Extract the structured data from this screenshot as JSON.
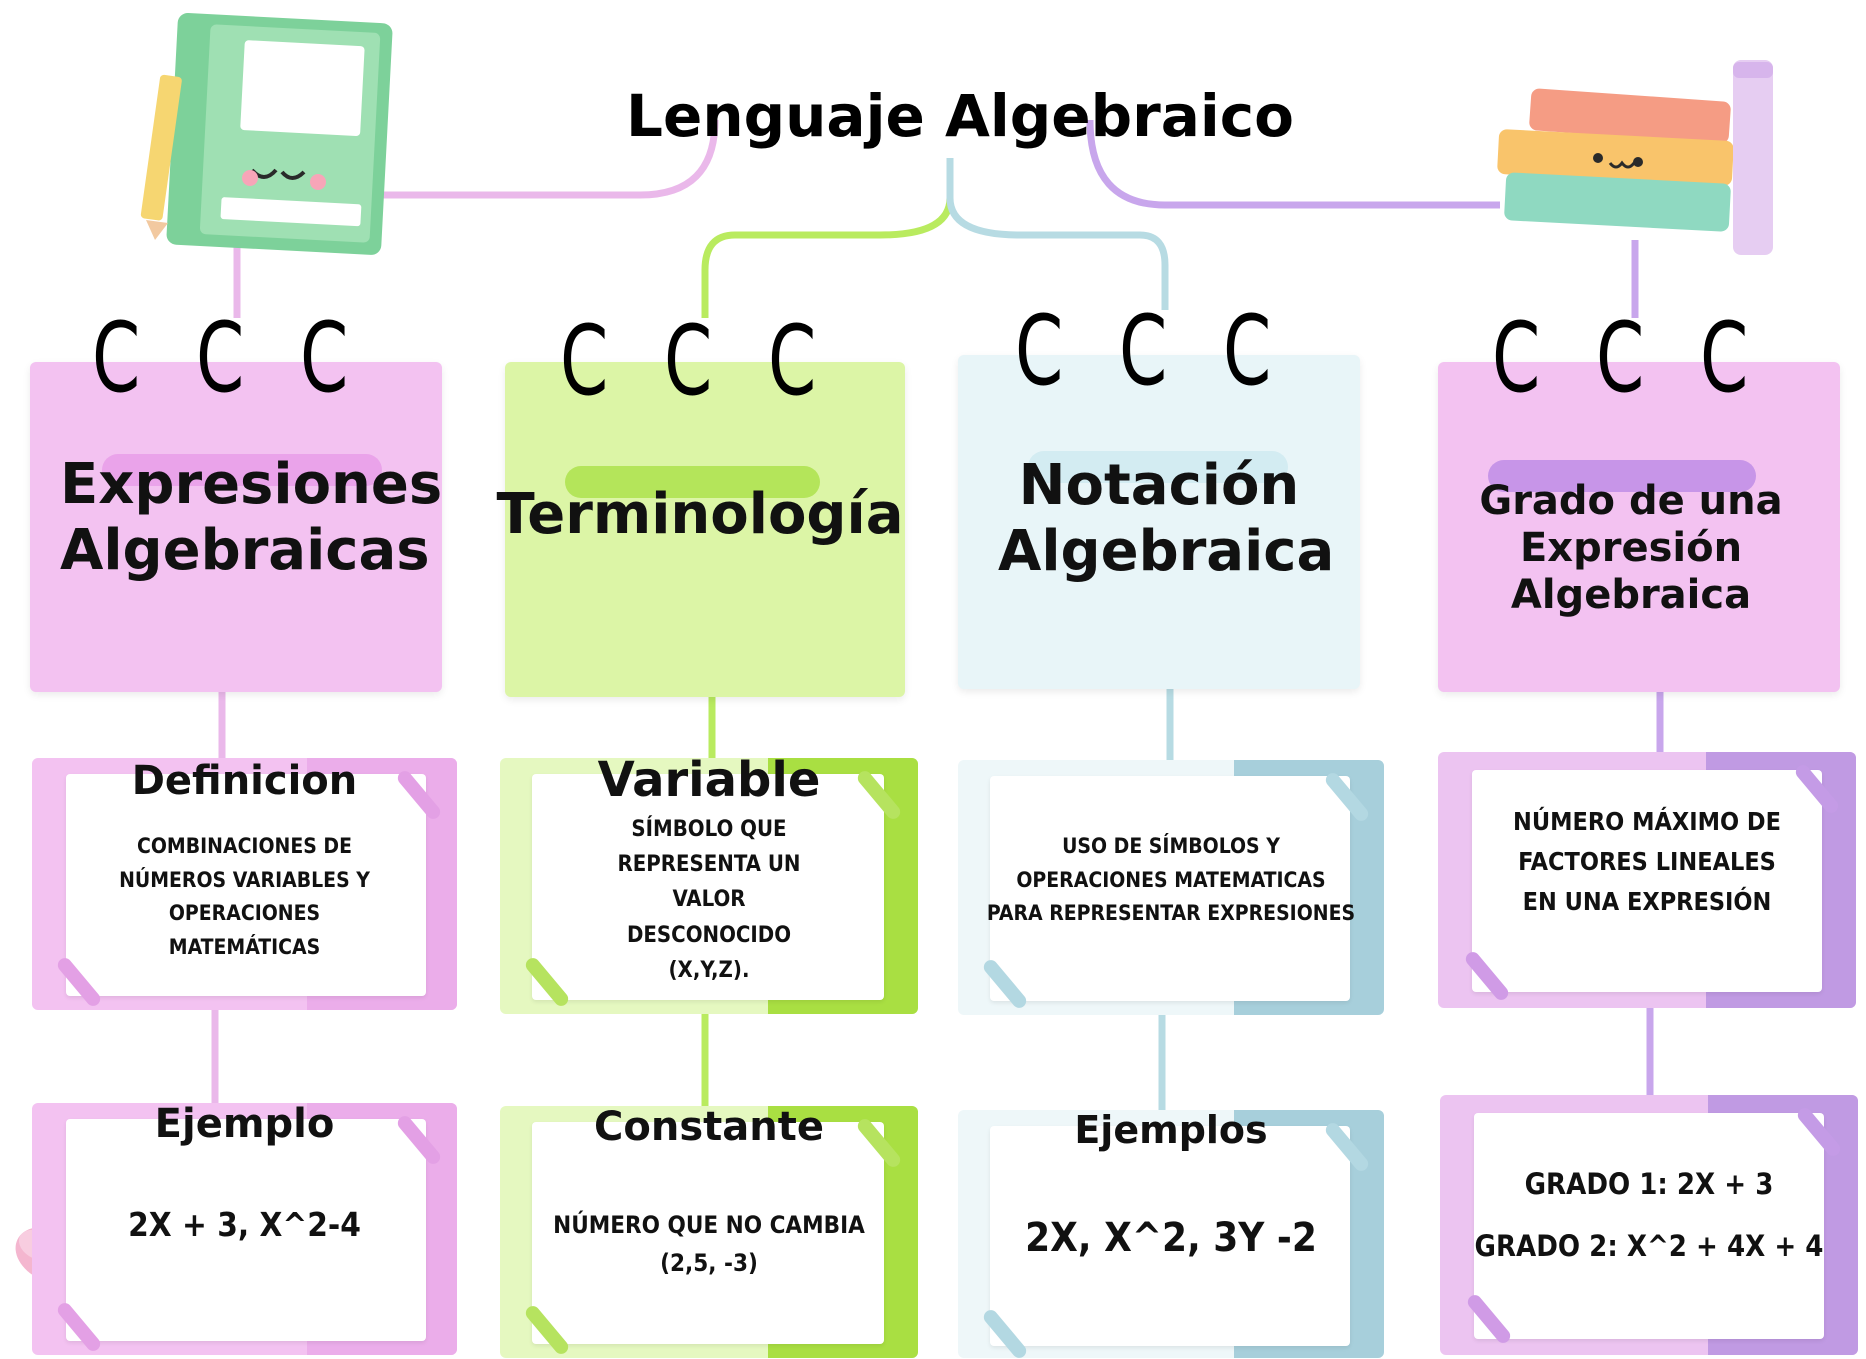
{
  "title": "Lenguaje Algebraico",
  "colors": {
    "pink": "#f4c4f2",
    "pink_dark": "#e9a5ea",
    "green": "#dcf5a8",
    "green_dark": "#a6de3f",
    "blue": "#e6f4f7",
    "blue_dark": "#a9d3df",
    "purple": "#f3c4f2",
    "purple_dark": "#c79be8"
  },
  "columns": [
    {
      "heading": "Expresiones Algebraicas",
      "card1": {
        "title": "Definicion",
        "text": "Combinaciones de números variables y operaciones matemáticas"
      },
      "card2": {
        "title": "Ejemplo",
        "text": "2X + 3, X^2-4"
      }
    },
    {
      "heading": "Terminología",
      "card1": {
        "title": "Variable",
        "text": "Símbolo que representa un valor desconocido (x,y,z)."
      },
      "card2": {
        "title": "Constante",
        "text": "Número que no cambia (2,5, -3)"
      }
    },
    {
      "heading": "Notación Algebraica",
      "card1": {
        "title": "",
        "text": "Uso de símbolos y operaciones matematicas para representar expresiones"
      },
      "card2": {
        "title": "Ejemplos",
        "text": "2X, X^2, 3Y -2"
      }
    },
    {
      "heading": "Grado de una Expresión Algebraica",
      "card1": {
        "title": "",
        "text": "Número máximo de factores lineales en una expresión"
      },
      "card2": {
        "title": "",
        "text": "Grado 1: 2X + 3",
        "text2": "Grado 2: X^2 + 4X + 4"
      }
    }
  ],
  "ring_glyph": "C"
}
